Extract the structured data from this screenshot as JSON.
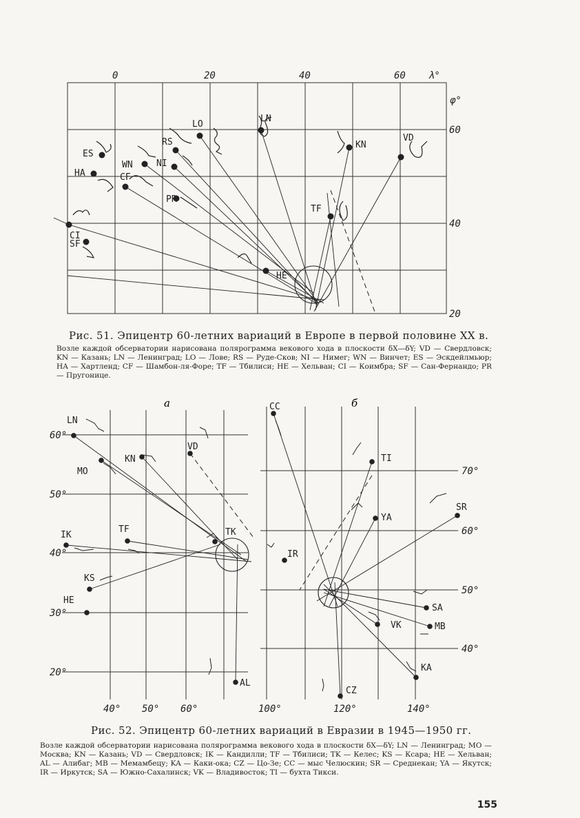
{
  "figure51": {
    "x_ticks": [
      "0",
      "20",
      "40",
      "60"
    ],
    "x_axis_label": "λ°",
    "y_axis_label": "φ°",
    "y_ticks": [
      "60",
      "40",
      "20"
    ],
    "stations": [
      {
        "code": "LO"
      },
      {
        "code": "LN"
      },
      {
        "code": "RS"
      },
      {
        "code": "KN"
      },
      {
        "code": "VD"
      },
      {
        "code": "ES"
      },
      {
        "code": "WN"
      },
      {
        "code": "NI"
      },
      {
        "code": "HA"
      },
      {
        "code": "CF"
      },
      {
        "code": "PR"
      },
      {
        "code": "TF"
      },
      {
        "code": "CI"
      },
      {
        "code": "SF"
      },
      {
        "code": "HE"
      }
    ],
    "caption_title": "Рис. 51. Эпицентр 60-летних вариаций в Европе в первой половине XX в.",
    "caption_body": "Возле каждой обсерватории нарисована полярограмма векового хода в плоскости δX—δY; VD — Свердловск; KN — Казань; LN — Ленинград; LO — Лове; RS — Руде-Сков; NI — Нимег; WN — Винчет; ES — Эскдейлмьюр; HA — Хартленд; CF — Шамбон-ля-Форе; TF — Тбилиси; HE — Хельван; CI — Коимбра; SF — Сан-Фернандо; PR — Пругонице."
  },
  "figure52": {
    "panel_a": {
      "label": "а",
      "x_ticks": [
        "40°",
        "50°",
        "60°"
      ],
      "y_ticks": [
        "60°",
        "50°",
        "40°",
        "30°",
        "20°"
      ],
      "stations": [
        {
          "code": "LN"
        },
        {
          "code": "MO"
        },
        {
          "code": "KN"
        },
        {
          "code": "VD"
        },
        {
          "code": "TK"
        },
        {
          "code": "IK"
        },
        {
          "code": "TF"
        },
        {
          "code": "KS"
        },
        {
          "code": "HE"
        },
        {
          "code": "AL"
        }
      ]
    },
    "panel_b": {
      "label": "б",
      "x_ticks": [
        "100°",
        "120°",
        "140°"
      ],
      "y_ticks": [
        "70°",
        "60°",
        "50°",
        "40°"
      ],
      "stations": [
        {
          "code": "CC"
        },
        {
          "code": "TI"
        },
        {
          "code": "SR"
        },
        {
          "code": "YA"
        },
        {
          "code": "IR"
        },
        {
          "code": "SA"
        },
        {
          "code": "VK"
        },
        {
          "code": "MB"
        },
        {
          "code": "KA"
        },
        {
          "code": "CZ"
        }
      ]
    },
    "caption_title": "Рис. 52. Эпицентр 60-летних вариаций в Евразии в 1945—1950 гг.",
    "caption_body": "Возле каждой обсерватории нарисована полярограмма векового хода в плоскости δX—δY; LN — Ленинград; MO — Москва; KN — Казань; VD — Свердловск; IK — Кандилли; TF — Тбилиси; TK — Келес; KS — Ксара; HE — Хельван; AL — Алибаг; MB — Мемамбецу; KA — Каки-ока; CZ — Цо-Зе; CC — мыс Челюскин; SR — Среднекан; YA — Якутск; IR — Иркутск; SA — Южно-Сахалинск; VK — Владивосток; TI — бухта Тикси."
  },
  "page_number": "155"
}
